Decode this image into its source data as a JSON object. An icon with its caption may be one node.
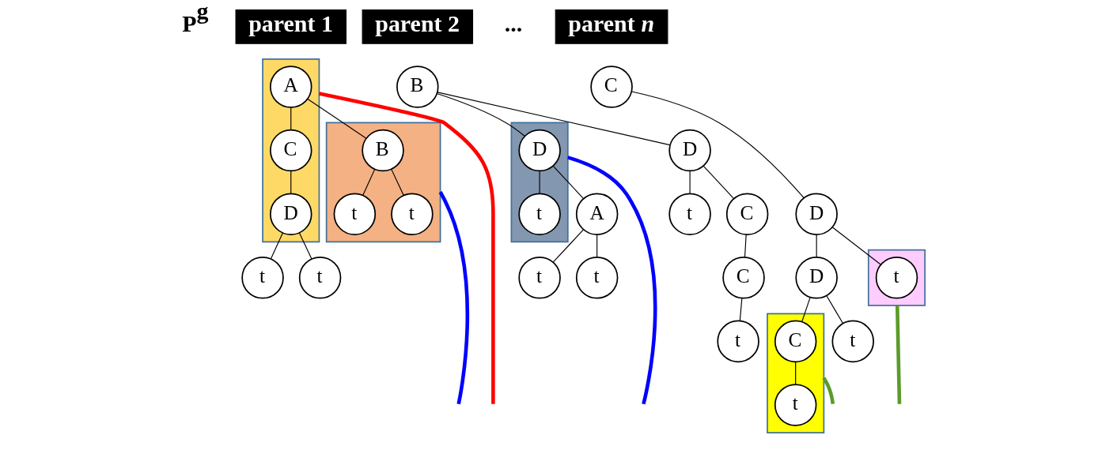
{
  "diagram": {
    "nodes": [
      {
        "text": [
          "parent 1"
        ]
      },
      {
        "text": [
          "parent 2"
        ]
      },
      {
        "text": [
          "parent *n*"
        ]
      },
      {
        "text": [],
        "shape": "box"
      },
      {
        "text": [
          "A"
        ],
        "in": 3
      },
      {
        "text": [],
        "shape": "box"
      },
      {
        "text": [
          "B"
        ],
        "in": 5
      },
      {
        "text": [
          "C"
        ],
        "in": 3
      },
      {
        "text": [
          "t"
        ],
        "in": 5
      },
      {
        "text": [
          "t"
        ],
        "in": 5
      },
      {
        "text": [
          "D"
        ],
        "in": 3
      },
      {
        "text": [
          "t"
        ]
      },
      {
        "text": [
          "t"
        ]
      },
      {
        "text": [
          "B"
        ]
      },
      {
        "text": [],
        "shape": "box"
      },
      {
        "text": [
          "D"
        ],
        "in": 14
      },
      {
        "text": [
          "D"
        ]
      },
      {
        "text": [
          "t"
        ],
        "in": 14
      },
      {
        "text": [
          "A"
        ]
      },
      {
        "text": [
          "t"
        ]
      },
      {
        "text": [
          "C"
        ]
      },
      {
        "text": [
          "t"
        ]
      },
      {
        "text": [
          "t"
        ]
      },
      {
        "text": [
          "C"
        ]
      },
      {
        "text": [
          "t"
        ]
      },
      {
        "text": [
          "C"
        ]
      },
      {
        "text": [
          "D"
        ]
      },
      {
        "text": [
          "D"
        ]
      },
      {
        "text": [],
        "shape": "box"
      },
      {
        "text": [
          "t"
        ],
        "in": 28
      },
      {
        "text": [],
        "shape": "box"
      },
      {
        "text": [
          "C"
        ],
        "in": 30
      },
      {
        "text": [
          "t"
        ]
      },
      {
        "text": [
          "t"
        ],
        "in": 30
      }
    ],
    "edges": [
      {
        "from": 4,
        "to": 6,
        "arrow": "none"
      },
      {
        "from": 4,
        "to": 7,
        "arrow": "none"
      },
      {
        "from": 6,
        "to": 8,
        "arrow": "none"
      },
      {
        "from": 6,
        "to": 9,
        "arrow": "none"
      },
      {
        "from": 7,
        "to": 10,
        "arrow": "none"
      },
      {
        "from": 10,
        "to": 11,
        "arrow": "none"
      },
      {
        "from": 10,
        "to": 12,
        "arrow": "none"
      },
      {
        "from": 13,
        "to": 15,
        "arrow": "none"
      },
      {
        "from": 13,
        "to": 16,
        "arrow": "none"
      },
      {
        "from": 15,
        "to": 17,
        "arrow": "none"
      },
      {
        "from": 15,
        "to": 18,
        "arrow": "none"
      },
      {
        "from": 16,
        "to": 19,
        "arrow": "none"
      },
      {
        "from": 16,
        "to": 20,
        "arrow": "none"
      },
      {
        "from": 18,
        "to": 21,
        "arrow": "none"
      },
      {
        "from": 18,
        "to": 22,
        "arrow": "none"
      },
      {
        "from": 20,
        "to": 23,
        "arrow": "none"
      },
      {
        "from": 23,
        "to": 24,
        "arrow": "none"
      },
      {
        "from": 25,
        "to": 26,
        "arrow": "none"
      },
      {
        "from": 26,
        "to": 27,
        "arrow": "none"
      },
      {
        "from": 26,
        "to": 29,
        "arrow": "none"
      },
      {
        "from": 27,
        "to": 31,
        "arrow": "none"
      },
      {
        "from": 27,
        "to": 32,
        "arrow": "none"
      },
      {
        "from": 31,
        "to": 33,
        "arrow": "none"
      },
      {
        "from": 5,
        "to": null,
        "arrow": "none",
        "style": "thick",
        "color": "#0000ff"
      },
      {
        "from": 3,
        "to": null,
        "arrow": "none",
        "style": "thick",
        "color": "#ff0000"
      },
      {
        "from": 14,
        "to": null,
        "arrow": "none",
        "style": "thick",
        "color": "#0000ff"
      },
      {
        "from": 30,
        "to": null,
        "arrow": "none",
        "style": "thick",
        "color": "#5b9b2a"
      },
      {
        "from": 28,
        "to": null,
        "arrow": "none",
        "style": "thick",
        "color": "#5b9b2a"
      }
    ],
    "labels": [
      "P$^{g}$",
      "..."
    ]
  }
}
